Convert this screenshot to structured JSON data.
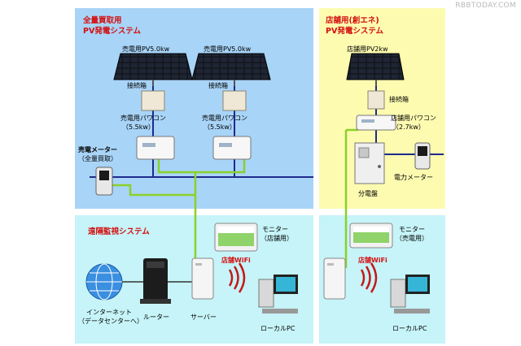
{
  "watermark": "RBBTODAY.COM",
  "left": {
    "title_line1": "全量買取用",
    "title_line2": "PV発電システム",
    "pv1_label": "売電用PV5.0kw",
    "pv2_label": "売電用PV5.0kw",
    "junction1": "接続箱",
    "junction2": "接続箱",
    "pcs1_line1": "売電用パワコン",
    "pcs1_line2": "（5.5kw）",
    "pcs2_line1": "売電用パワコン",
    "pcs2_line2": "（5.5kw）",
    "meter_line1": "売電メーター",
    "meter_line2": "（全量買取）"
  },
  "right": {
    "title_line1": "店舗用(創エネ)",
    "title_line2": "PV発電システム",
    "pv_label": "店舗用PV2kw",
    "junction": "接続箱",
    "pcs_line1": "店舗用パワコン",
    "pcs_line2": "（2.7kw）",
    "panelboard": "分電盤",
    "power_meter": "電力メーター"
  },
  "monitor": {
    "title": "遠隔監視システム",
    "monitor1_line1": "モニター",
    "monitor1_line2": "（店舗用）",
    "wifi1": "店舗WiFi",
    "internet_line1": "インターネット",
    "internet_line2": "（データセンターへ）",
    "router": "ルーター",
    "server": "サーバー",
    "pc1": "ローカルPC",
    "monitor2_line1": "モニター",
    "monitor2_line2": "（売電用）",
    "wifi2": "店舗WiFi",
    "pc2": "ローカルPC"
  },
  "colors": {
    "generation_bg": "#a8d4f7",
    "store_bg": "#fdfbb0",
    "monitoring_bg": "#c6f4f8",
    "power_line": "#1f2a8c",
    "data_line": "#8cd02a",
    "accent_text": "#d41010"
  }
}
